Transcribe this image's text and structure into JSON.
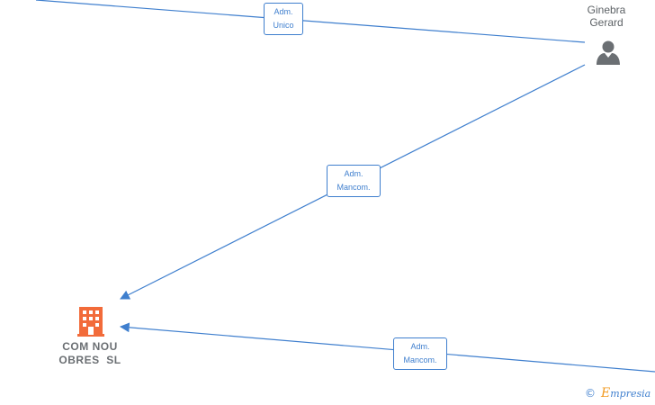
{
  "nodes": {
    "person": {
      "name_line1": "Ginebra",
      "name_line2": "Gerard",
      "icon": "person-icon"
    },
    "company": {
      "name_line1": "COM NOU",
      "name_line2": "OBRES  SL",
      "icon": "building-icon"
    }
  },
  "edges": [
    {
      "label_line1": "Adm.",
      "label_line2": "Unico"
    },
    {
      "label_line1": "Adm.",
      "label_line2": "Mancom."
    },
    {
      "label_line1": "Adm.",
      "label_line2": "Mancom."
    }
  ],
  "footer": {
    "copyright_symbol": "©",
    "brand_first": "E",
    "brand_rest": "mpresia"
  },
  "colors": {
    "edge": "#3f7fce",
    "company": "#f26b3a",
    "person": "#6b6f73",
    "brand_e": "#f29b22"
  }
}
